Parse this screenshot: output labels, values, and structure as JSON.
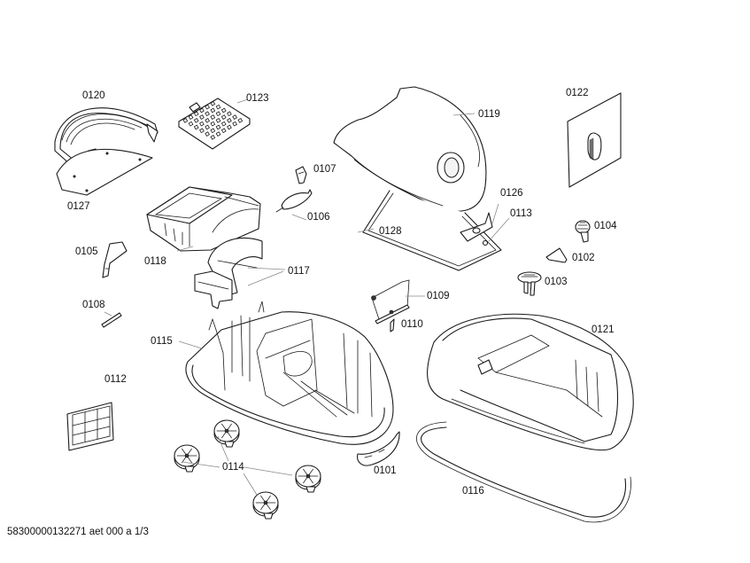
{
  "diagram": {
    "type": "exploded-parts-diagram",
    "subject": "vacuum cleaner housing assembly",
    "footer_text": "58300000132271 aet 000 a 1/3",
    "parts": [
      {
        "id": "0101",
        "label": "0101",
        "description": "curved trim strip"
      },
      {
        "id": "0102",
        "label": "0102",
        "description": "small latch"
      },
      {
        "id": "0103",
        "label": "0103",
        "description": "mushroom clip with legs"
      },
      {
        "id": "0104",
        "label": "0104",
        "description": "round clip"
      },
      {
        "id": "0105",
        "label": "0105",
        "description": "bracket lever"
      },
      {
        "id": "0106",
        "label": "0106",
        "description": "spring clip"
      },
      {
        "id": "0107",
        "label": "0107",
        "description": "small clip"
      },
      {
        "id": "0108",
        "label": "0108",
        "description": "pin"
      },
      {
        "id": "0109",
        "label": "0109",
        "description": "wire bracket"
      },
      {
        "id": "0110",
        "label": "0110",
        "description": "small tab"
      },
      {
        "id": "0112",
        "label": "0112",
        "description": "grille filter"
      },
      {
        "id": "0113",
        "label": "0113",
        "description": "hinge part"
      },
      {
        "id": "0114",
        "label": "0114",
        "description": "castor wheels (4)"
      },
      {
        "id": "0115",
        "label": "0115",
        "description": "lower housing"
      },
      {
        "id": "0116",
        "label": "0116",
        "description": "bumper strip"
      },
      {
        "id": "0117",
        "label": "0117",
        "description": "motor seal / baffle"
      },
      {
        "id": "0118",
        "label": "0118",
        "description": "filter housing"
      },
      {
        "id": "0119",
        "label": "0119",
        "description": "cover lid"
      },
      {
        "id": "0120",
        "label": "0120",
        "description": "handle"
      },
      {
        "id": "0121",
        "label": "0121",
        "description": "upper housing"
      },
      {
        "id": "0122",
        "label": "0122",
        "description": "dust bag"
      },
      {
        "id": "0123",
        "label": "0123",
        "description": "exhaust filter"
      },
      {
        "id": "0126",
        "label": "0126",
        "description": "button"
      },
      {
        "id": "0127",
        "label": "0127",
        "description": "cover plate"
      },
      {
        "id": "0128",
        "label": "0128",
        "description": "seal frame"
      }
    ]
  }
}
